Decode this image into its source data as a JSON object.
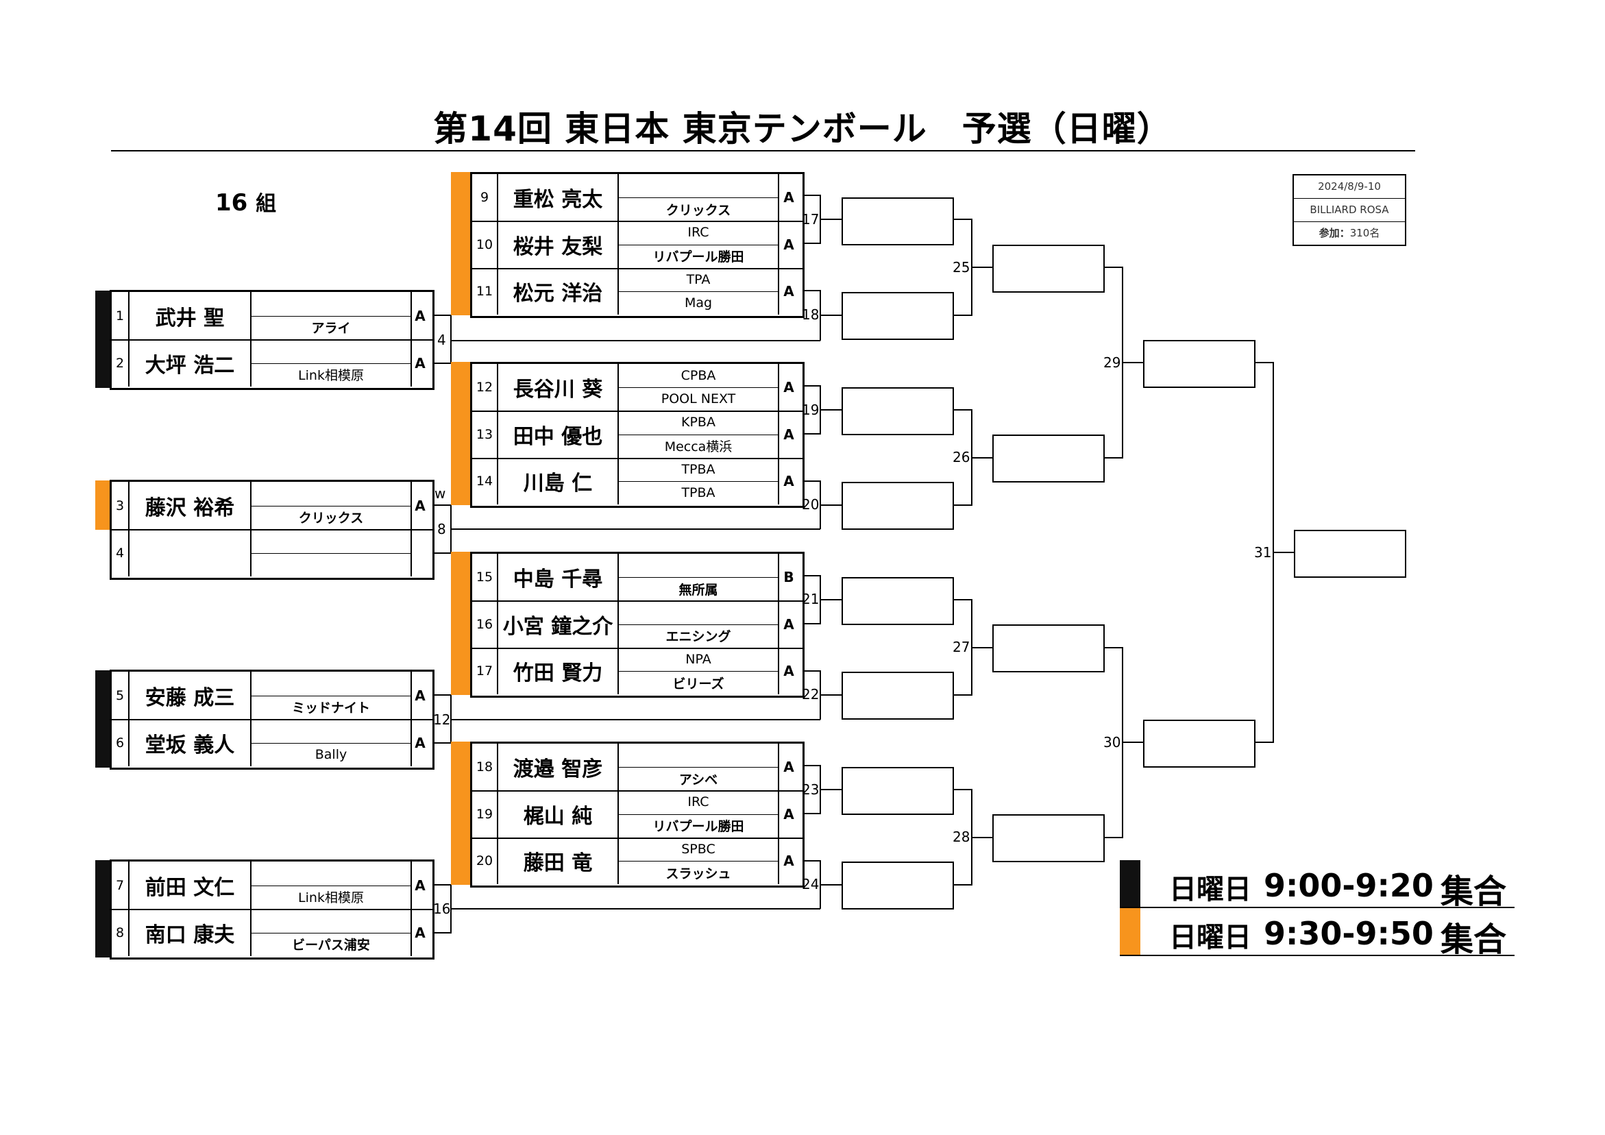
{
  "title": "第14回 東日本 東京テンボール　予選（日曜）",
  "group": {
    "number": "16",
    "label": "組"
  },
  "info": {
    "date": "2024/8/9-10",
    "venue": "BILLIARD ROSA",
    "participants_label": "参加：",
    "participants_count": "310名"
  },
  "colors": {
    "black": "#111111",
    "orange": "#F7941D"
  },
  "left_players": [
    {
      "no": "1",
      "name": "武井 聖",
      "club_top": "",
      "club_bottom": "アライ",
      "cls": "A"
    },
    {
      "no": "2",
      "name": "大坪 浩二",
      "club_top": "",
      "club_bottom": "Link相模原",
      "cls": "A"
    },
    {
      "no": "3",
      "name": "藤沢 裕希",
      "club_top": "",
      "club_bottom": "クリックス",
      "cls": "A"
    },
    {
      "no": "4",
      "name": "",
      "club_top": "",
      "club_bottom": "",
      "cls": ""
    },
    {
      "no": "5",
      "name": "安藤 成三",
      "club_top": "",
      "club_bottom": "ミッドナイト",
      "cls": "A"
    },
    {
      "no": "6",
      "name": "堂坂 義人",
      "club_top": "",
      "club_bottom": "Bally",
      "cls": "A"
    },
    {
      "no": "7",
      "name": "前田 文仁",
      "club_top": "",
      "club_bottom": "Link相模原",
      "cls": "A"
    },
    {
      "no": "8",
      "name": "南口 康夫",
      "club_top": "",
      "club_bottom": "ビーパス浦安",
      "cls": "A"
    }
  ],
  "right_players": [
    {
      "no": "9",
      "name": "重松 亮太",
      "club_top": "",
      "club_bottom": "クリックス",
      "cls": "A"
    },
    {
      "no": "10",
      "name": "桜井 友梨",
      "club_top": "IRC",
      "club_bottom": "リバプール勝田",
      "cls": "A"
    },
    {
      "no": "11",
      "name": "松元 洋治",
      "club_top": "TPA",
      "club_bottom": "Mag",
      "cls": "A"
    },
    {
      "no": "12",
      "name": "長谷川 葵",
      "club_top": "CPBA",
      "club_bottom": "POOL NEXT",
      "cls": "A"
    },
    {
      "no": "13",
      "name": "田中 優也",
      "club_top": "KPBA",
      "club_bottom": "Mecca横浜",
      "cls": "A"
    },
    {
      "no": "14",
      "name": "川島 仁",
      "club_top": "TPBA",
      "club_bottom": "TPBA",
      "cls": "A"
    },
    {
      "no": "15",
      "name": "中島 千尋",
      "club_top": "",
      "club_bottom": "無所属",
      "cls": "B"
    },
    {
      "no": "16",
      "name": "小宮 鐘之介",
      "club_top": "",
      "club_bottom": "エニシング",
      "cls": "A"
    },
    {
      "no": "17",
      "name": "竹田 賢力",
      "club_top": "NPA",
      "club_bottom": "ビリーズ",
      "cls": "A"
    },
    {
      "no": "18",
      "name": "渡邉 智彦",
      "club_top": "",
      "club_bottom": "アシベ",
      "cls": "A"
    },
    {
      "no": "19",
      "name": "梶山 純",
      "club_top": "IRC",
      "club_bottom": "リバプール勝田",
      "cls": "A"
    },
    {
      "no": "20",
      "name": "藤田 竜",
      "club_top": "SPBC",
      "club_bottom": "スラッシュ",
      "cls": "A"
    }
  ],
  "match_labels": {
    "m4": "4",
    "w": "w",
    "m8": "8",
    "m12": "12",
    "m16": "16",
    "m17": "17",
    "m18": "18",
    "m19": "19",
    "m20": "20",
    "m21": "21",
    "m22": "22",
    "m23": "23",
    "m24": "24",
    "m25": "25",
    "m26": "26",
    "m27": "27",
    "m28": "28",
    "m29": "29",
    "m30": "30",
    "m31": "31"
  },
  "legend": [
    {
      "day": "日曜日",
      "time": "9:00-9:20",
      "label": "集合",
      "color": "black"
    },
    {
      "day": "日曜日",
      "time": "9:30-9:50",
      "label": "集合",
      "color": "orange"
    }
  ]
}
